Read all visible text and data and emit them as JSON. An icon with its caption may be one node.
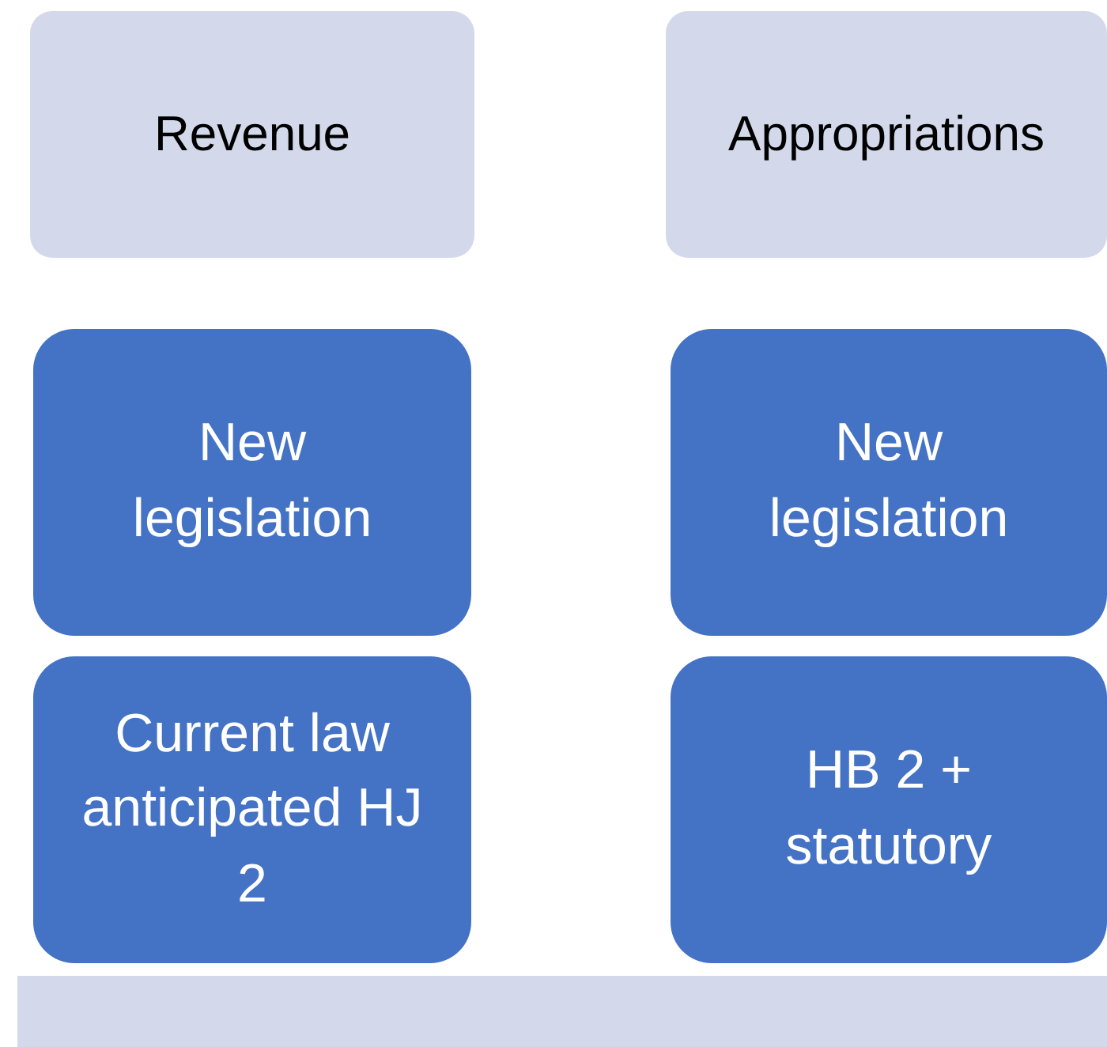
{
  "diagram": {
    "nodes": [
      {
        "text": [
          "Revenue"
        ]
      },
      {
        "text": [
          "Appropriations"
        ]
      },
      {
        "text": [
          "New legislation"
        ]
      },
      {
        "text": [
          "New legislation"
        ]
      },
      {
        "text": [
          "Current law anticipated HJ 2"
        ]
      },
      {
        "text": [
          "HB 2 + statutory"
        ]
      },
      {
        "text": [],
        "shape": "bar"
      }
    ]
  }
}
